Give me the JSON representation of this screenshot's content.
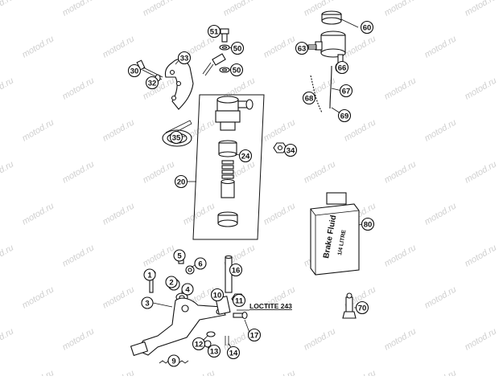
{
  "watermark": "motod.ru",
  "colors": {
    "ink": "#111111",
    "paper": "#ffffff",
    "watermark": "#cfcfcf"
  },
  "annotations": {
    "loctite": "LOCTITE 243",
    "fluid_label_line1": "Brake Fluid",
    "fluid_label_line2": "1/4 LITRE"
  },
  "callouts": [
    {
      "id": "c60",
      "label": "60"
    },
    {
      "id": "c51",
      "label": "51"
    },
    {
      "id": "c50a",
      "label": "50"
    },
    {
      "id": "c50b",
      "label": "50"
    },
    {
      "id": "c33",
      "label": "33"
    },
    {
      "id": "c30",
      "label": "30"
    },
    {
      "id": "c32",
      "label": "32"
    },
    {
      "id": "c63",
      "label": "63"
    },
    {
      "id": "c66",
      "label": "66"
    },
    {
      "id": "c68",
      "label": "68"
    },
    {
      "id": "c67",
      "label": "67"
    },
    {
      "id": "c69",
      "label": "69"
    },
    {
      "id": "c35",
      "label": "35"
    },
    {
      "id": "c24",
      "label": "24"
    },
    {
      "id": "c34",
      "label": "34"
    },
    {
      "id": "c20",
      "label": "20"
    },
    {
      "id": "c80",
      "label": "80"
    },
    {
      "id": "c5",
      "label": "5"
    },
    {
      "id": "c6",
      "label": "6"
    },
    {
      "id": "c16",
      "label": "16"
    },
    {
      "id": "c1",
      "label": "1"
    },
    {
      "id": "c2",
      "label": "2"
    },
    {
      "id": "c4",
      "label": "4"
    },
    {
      "id": "c3",
      "label": "3"
    },
    {
      "id": "c10",
      "label": "10"
    },
    {
      "id": "c11",
      "label": "11"
    },
    {
      "id": "c70",
      "label": "70"
    },
    {
      "id": "c17",
      "label": "17"
    },
    {
      "id": "c12",
      "label": "12"
    },
    {
      "id": "c13",
      "label": "13"
    },
    {
      "id": "c14",
      "label": "14"
    },
    {
      "id": "c9",
      "label": "9"
    }
  ]
}
